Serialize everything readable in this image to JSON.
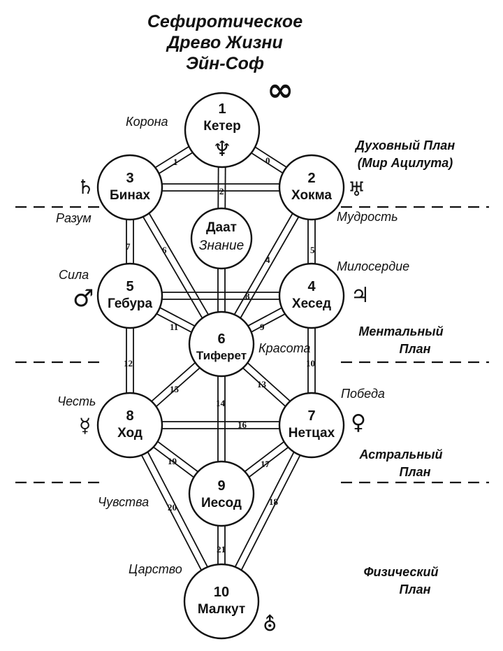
{
  "title": [
    "Сефиротическое",
    "Древо Жизни",
    "Эйн-Соф"
  ],
  "colors": {
    "ink": "#111111",
    "background": "#ffffff"
  },
  "sephirot": [
    {
      "id": "keter",
      "number": "1",
      "name": "Кетер",
      "symbol": "♆",
      "symbol_name": "neptune-icon"
    },
    {
      "id": "chokmah",
      "number": "2",
      "name": "Хокма",
      "symbol": "♅",
      "symbol_name": "uranus-icon"
    },
    {
      "id": "binah",
      "number": "3",
      "name": "Бинах",
      "symbol": "♄",
      "symbol_name": "saturn-icon"
    },
    {
      "id": "chesed",
      "number": "4",
      "name": "Хесед",
      "symbol": "♃",
      "symbol_name": "jupiter-icon"
    },
    {
      "id": "geburah",
      "number": "5",
      "name": "Гебура",
      "symbol": "♂",
      "symbol_name": "mars-icon"
    },
    {
      "id": "tiferet",
      "number": "6",
      "name": "Тиферет",
      "symbol": "",
      "symbol_name": ""
    },
    {
      "id": "netzach",
      "number": "7",
      "name": "Нетцах",
      "symbol": "♀",
      "symbol_name": "venus-icon"
    },
    {
      "id": "hod",
      "number": "8",
      "name": "Ход",
      "symbol": "☿",
      "symbol_name": "mercury-icon"
    },
    {
      "id": "yesod",
      "number": "9",
      "name": "Иесод",
      "symbol": "",
      "symbol_name": ""
    },
    {
      "id": "malkut",
      "number": "10",
      "name": "Малкут",
      "symbol": "⛢",
      "symbol_name": "earth-icon"
    },
    {
      "id": "daat",
      "number": "",
      "name": "Даат",
      "subtitle": "Знание",
      "symbol": "",
      "symbol_name": ""
    }
  ],
  "ein_sof_symbol": "∞",
  "paths": [
    {
      "number": "0",
      "from": "keter",
      "to": "chokmah"
    },
    {
      "number": "1",
      "from": "keter",
      "to": "binah"
    },
    {
      "number": "2",
      "from": "binah",
      "to": "chokmah"
    },
    {
      "number": "4",
      "from": "chokmah",
      "to": "tiferet"
    },
    {
      "number": "5",
      "from": "chokmah",
      "to": "chesed"
    },
    {
      "number": "6",
      "from": "binah",
      "to": "tiferet"
    },
    {
      "number": "7",
      "from": "binah",
      "to": "geburah"
    },
    {
      "number": "8",
      "from": "geburah",
      "to": "chesed"
    },
    {
      "number": "9",
      "from": "chesed",
      "to": "tiferet"
    },
    {
      "number": "10",
      "from": "chesed",
      "to": "netzach"
    },
    {
      "number": "11",
      "from": "geburah",
      "to": "tiferet"
    },
    {
      "number": "12",
      "from": "geburah",
      "to": "hod"
    },
    {
      "number": "13",
      "from": "tiferet",
      "to": "netzach"
    },
    {
      "number": "14",
      "from": "tiferet",
      "to": "yesod"
    },
    {
      "number": "15",
      "from": "tiferet",
      "to": "hod"
    },
    {
      "number": "16",
      "from": "hod",
      "to": "netzach"
    },
    {
      "number": "17",
      "from": "netzach",
      "to": "yesod"
    },
    {
      "number": "18",
      "from": "netzach",
      "to": "malkut"
    },
    {
      "number": "19",
      "from": "hod",
      "to": "yesod"
    },
    {
      "number": "20",
      "from": "hod",
      "to": "malkut"
    },
    {
      "number": "21",
      "from": "yesod",
      "to": "malkut"
    },
    {
      "number": "",
      "from": "keter",
      "to": "daat"
    },
    {
      "number": "",
      "from": "daat",
      "to": "tiferet"
    }
  ],
  "attributes": {
    "crown": "Корона",
    "reason": "Разум",
    "wisdom": "Мудрость",
    "strength": "Сила",
    "mercy": "Милосердие",
    "beauty": "Красота",
    "honor": "Честь",
    "victory": "Победа",
    "feelings": "Чувства",
    "kingdom": "Царство"
  },
  "planes": {
    "spiritual": [
      "Духовный План",
      "(Мир Ацилута)"
    ],
    "mental": [
      "Ментальный",
      "План"
    ],
    "astral": [
      "Астральный",
      "План"
    ],
    "physical": [
      "Физический",
      "План"
    ]
  }
}
